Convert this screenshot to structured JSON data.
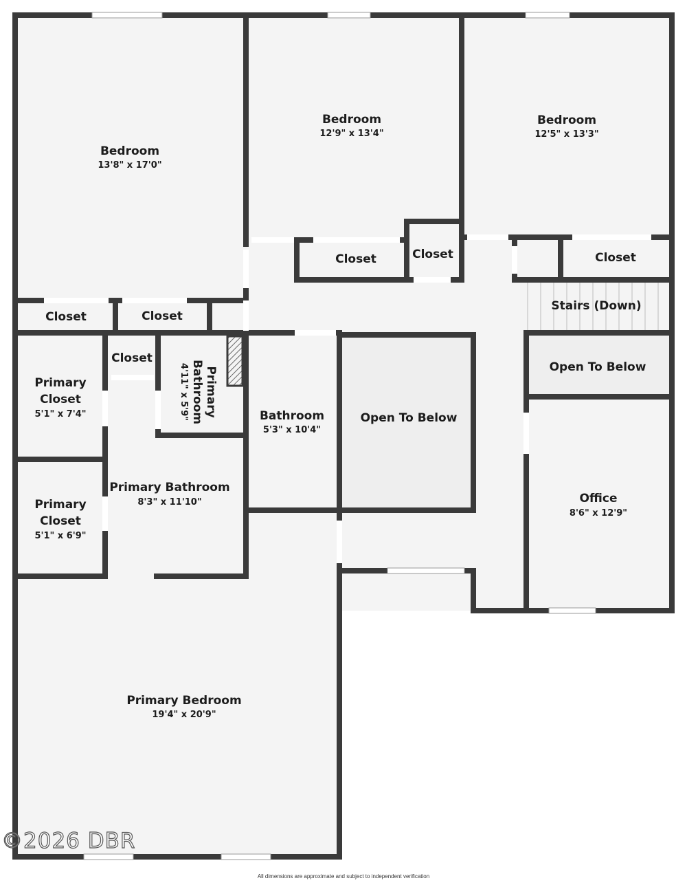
{
  "rooms": {
    "bedroom_1": {
      "name": "Bedroom",
      "dims": "13'8\" x 17'0\""
    },
    "bedroom_2": {
      "name": "Bedroom",
      "dims": "12'9\" x 13'4\""
    },
    "bedroom_3": {
      "name": "Bedroom",
      "dims": "12'5\" x 13'3\""
    },
    "closet_a": {
      "name": "Closet"
    },
    "closet_b": {
      "name": "Closet"
    },
    "closet_c": {
      "name": "Closet"
    },
    "closet_d": {
      "name": "Closet"
    },
    "closet_e": {
      "name": "Closet"
    },
    "closet_f": {
      "name": "Closet"
    },
    "stairs": {
      "name": "Stairs (Down)"
    },
    "open_below_small": {
      "name": "Open To Below"
    },
    "open_below_large": {
      "name": "Open To Below"
    },
    "primary_closet_1": {
      "name_line1": "Primary",
      "name_line2": "Closet",
      "dims": "5'1\" x 7'4\""
    },
    "primary_closet_2": {
      "name_line1": "Primary",
      "name_line2": "Closet",
      "dims": "5'1\" x 6'9\""
    },
    "primary_bath_small": {
      "name_line1": "Primary",
      "name_line2": "Bathroom",
      "dims": "4'11\" x 5'9\""
    },
    "bathroom": {
      "name": "Bathroom",
      "dims": "5'3\" x 10'4\""
    },
    "primary_bathroom": {
      "name": "Primary Bathroom",
      "dims": "8'3\" x 11'10\""
    },
    "office": {
      "name": "Office",
      "dims": "8'6\" x 12'9\""
    },
    "primary_bedroom": {
      "name": "Primary Bedroom",
      "dims": "19'4\" x 20'9\""
    }
  },
  "watermark": "©2026 DBR",
  "disclaimer": "All dimensions are approximate and subject to independent verification",
  "colors": {
    "wall": "#3a3a3a",
    "floor": "#f4f4f4",
    "open_below": "#eeeeee",
    "window": "#ffffff"
  }
}
